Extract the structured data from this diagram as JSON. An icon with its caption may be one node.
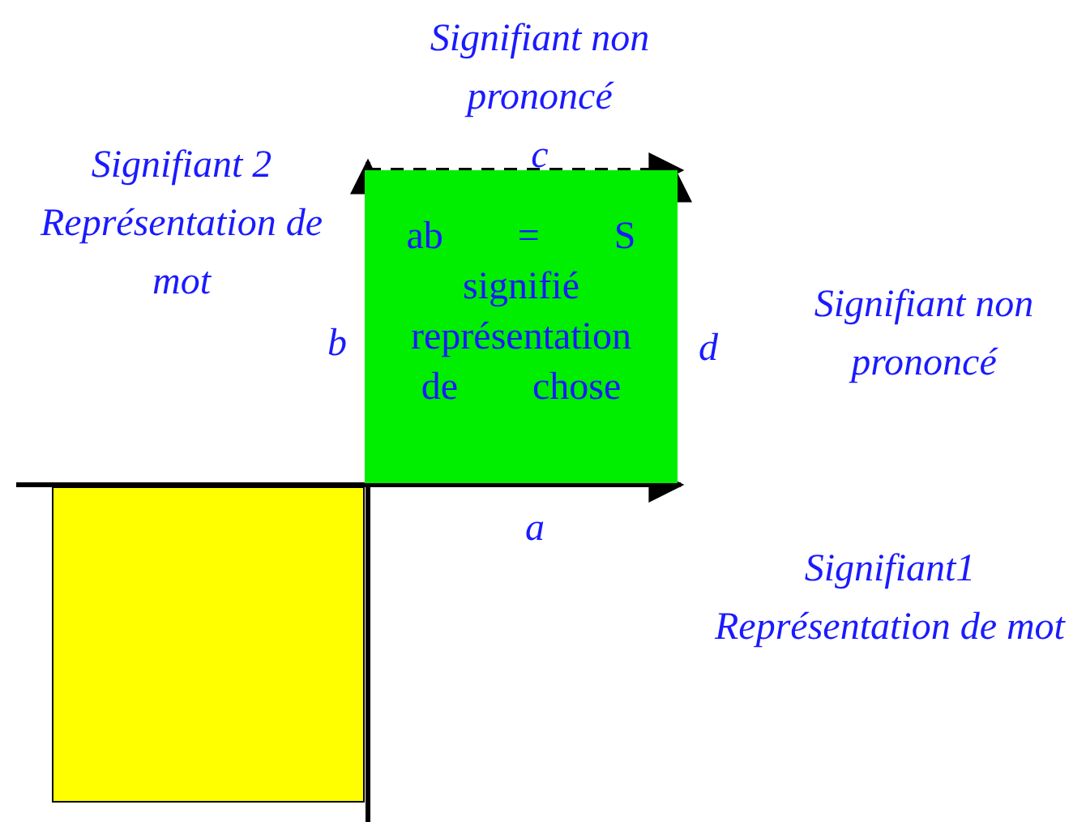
{
  "diagram": {
    "nodes": [
      {
        "text": [
          "ab = S signifié représentation de chose"
        ]
      },
      {
        "text": [],
        "shape": "box"
      }
    ],
    "labels": [
      "Signifiant non prononcé",
      "c",
      "Signifiant 2 Représentation de mot",
      "b",
      "d",
      "Signifiant non prononcé",
      "a",
      "Signifiant1 Représentation de mot"
    ]
  }
}
